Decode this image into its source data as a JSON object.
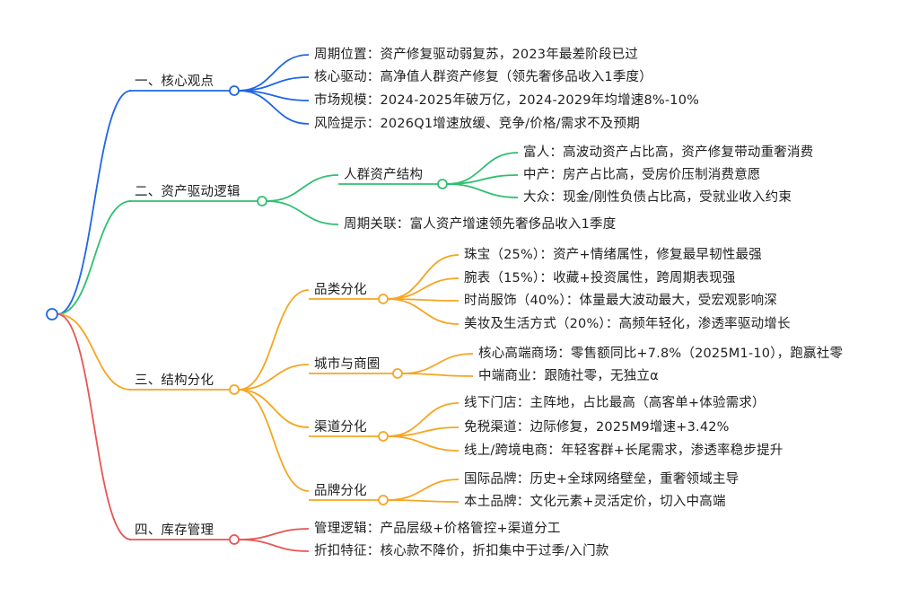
{
  "colors": {
    "blue": "#1f66e5",
    "green": "#2fbf71",
    "orange": "#f5a623",
    "red": "#e85555",
    "text": "#1f1f1f"
  },
  "branches": [
    {
      "label": "一、核心观点",
      "color": "blue",
      "children": [
        {
          "label": "周期位置：资产修复驱动弱复苏，2023年最差阶段已过"
        },
        {
          "label": "核心驱动：高净值人群资产修复（领先奢侈品收入1季度）"
        },
        {
          "label": "市场规模：2024-2025年破万亿，2024-2029年均增速8%-10%"
        },
        {
          "label": "风险提示：2026Q1增速放缓、竞争/价格/需求不及预期"
        }
      ]
    },
    {
      "label": "二、资产驱动逻辑",
      "color": "green",
      "children": [
        {
          "label": "人群资产结构",
          "children": [
            {
              "label": "富人：高波动资产占比高，资产修复带动重奢消费"
            },
            {
              "label": "中产：房产占比高，受房价压制消费意愿"
            },
            {
              "label": "大众：现金/刚性负债占比高，受就业收入约束"
            }
          ]
        },
        {
          "label": "周期关联：富人资产增速领先奢侈品收入1季度"
        }
      ]
    },
    {
      "label": "三、结构分化",
      "color": "orange",
      "children": [
        {
          "label": "品类分化",
          "children": [
            {
              "label": "珠宝（25%）：资产+情绪属性，修复最早韧性最强"
            },
            {
              "label": "腕表（15%）：收藏+投资属性，跨周期表现强"
            },
            {
              "label": "时尚服饰（40%）：体量最大波动最大，受宏观影响深"
            },
            {
              "label": "美妆及生活方式（20%）：高频年轻化，渗透率驱动增长"
            }
          ]
        },
        {
          "label": "城市与商圈",
          "children": [
            {
              "label": "核心高端商场：零售额同比+7.8%（2025M1-10），跑赢社零"
            },
            {
              "label": "中端商业：跟随社零，无独立α"
            }
          ]
        },
        {
          "label": "渠道分化",
          "children": [
            {
              "label": "线下门店：主阵地，占比最高（高客单+体验需求）"
            },
            {
              "label": "免税渠道：边际修复，2025M9增速+3.42%"
            },
            {
              "label": "线上/跨境电商：年轻客群+长尾需求，渗透率稳步提升"
            }
          ]
        },
        {
          "label": "品牌分化",
          "children": [
            {
              "label": "国际品牌：历史+全球网络壁垒，重奢领域主导"
            },
            {
              "label": "本土品牌：文化元素+灵活定价，切入中高端"
            }
          ]
        }
      ]
    },
    {
      "label": "四、库存管理",
      "color": "red",
      "children": [
        {
          "label": "管理逻辑：产品层级+价格管控+渠道分工"
        },
        {
          "label": "折扣特征：核心款不降价，折扣集中于过季/入门款"
        }
      ]
    }
  ]
}
